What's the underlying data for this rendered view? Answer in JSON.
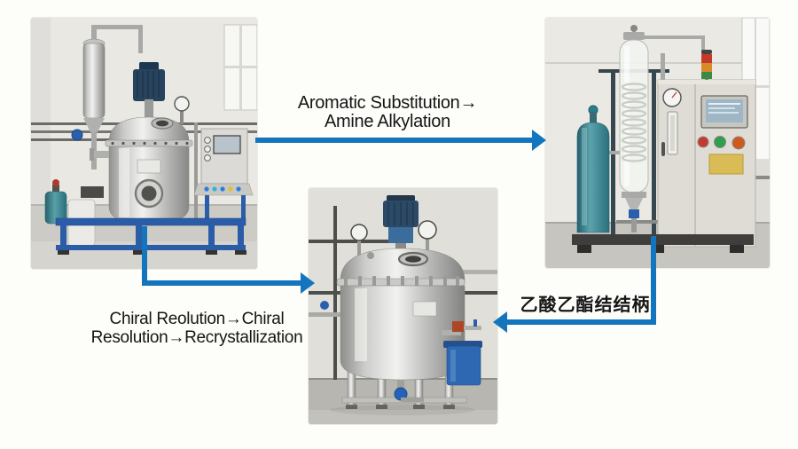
{
  "page": {
    "background": "#fdfdfa",
    "arrow_color": "#1375bd",
    "text_color": "#151515"
  },
  "flow": {
    "step1_label": {
      "line1": "Aromatic Substitution→",
      "line2": "Amine Alkylation"
    },
    "step2_label": {
      "line1": "Chiral Reolution→Chiral",
      "line2": "Resolution→Recrystallization"
    },
    "step3_label": {
      "line1": "乙酸乙酯结结柄"
    }
  },
  "photos": {
    "top_left": {
      "alt": "stainless-steel-reactor-skid-with-condenser-and-control-cabinet"
    },
    "top_right": {
      "alt": "glass-coil-column-unit-with-gas-cylinder-and-control-cabinet"
    },
    "bottom_center": {
      "alt": "stainless-steel-mixing-tank-reactor"
    }
  }
}
